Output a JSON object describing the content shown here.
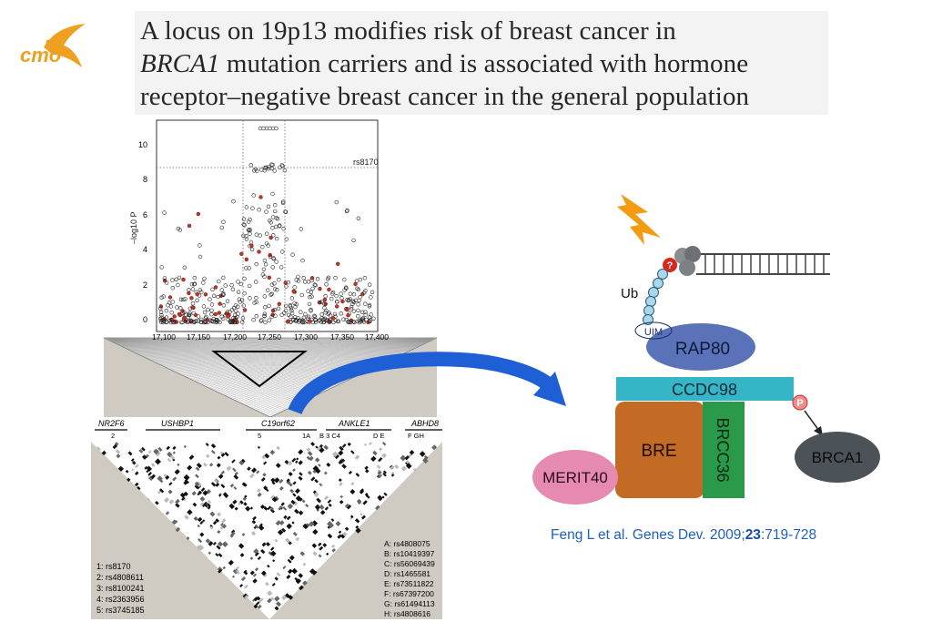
{
  "logo": {
    "text": "cmo"
  },
  "title": {
    "line1": "A locus on 19p13 modifies risk of breast cancer in",
    "line2_italic": "BRCA1",
    "line2_rest": " mutation carriers and is associated with hormone",
    "line3": "receptor–negative breast cancer in the general population"
  },
  "manhattan": {
    "snp_label": "rs8170",
    "ylabel": "–log10 P",
    "y_ticks": [
      "0",
      "2",
      "4",
      "6",
      "8",
      "10"
    ],
    "x_ticks": [
      "17,100",
      "17,150",
      "17,200",
      "17,250",
      "17,300",
      "17,350",
      "17,400"
    ]
  },
  "genes": [
    {
      "name": "NR2F6",
      "sub": "2"
    },
    {
      "name": "USHBP1",
      "sub": ""
    },
    {
      "name": "C19orf62",
      "sub": "5"
    },
    {
      "name": "ANKLE1",
      "sub": "B 3 C4"
    },
    {
      "name": "ABHD8",
      "sub": "F GH"
    }
  ],
  "marker_labels": [
    "1A",
    "D E"
  ],
  "left_legend": [
    "1: rs8170",
    "2: rs4808611",
    "3: rs8100241",
    "4: rs2363956",
    "5: rs3745185"
  ],
  "right_legend": [
    "A: rs4808075",
    "B: rs10419397",
    "C: rs56069439",
    "D: rs1465581",
    "E: rs73511822",
    "F: rs67397200",
    "G: rs61494113",
    "H: rs4808616"
  ],
  "pathway": {
    "ub": "Ub",
    "question": "?",
    "uim": "UIM",
    "rap80": "RAP80",
    "ccdc98": "CCDC98",
    "p": "P",
    "bre": "BRE",
    "brcc36": "BRCC36",
    "merit40": "MERIT40",
    "brca1": "BRCA1"
  },
  "citation": {
    "prefix": "Feng L et al. Genes Dev. 2009;",
    "volume": "23",
    "pages": ":719-728"
  },
  "colors": {
    "rap80": "#5a73b8",
    "ccdc98": "#35b6c6",
    "bre": "#c36a24",
    "brcc36": "#2a9a4a",
    "merit40": "#e78ab2",
    "brca1": "#4b5258",
    "arrow": "#1f5fd6",
    "citation": "#1f5fbf",
    "logo": "#f0a020"
  }
}
